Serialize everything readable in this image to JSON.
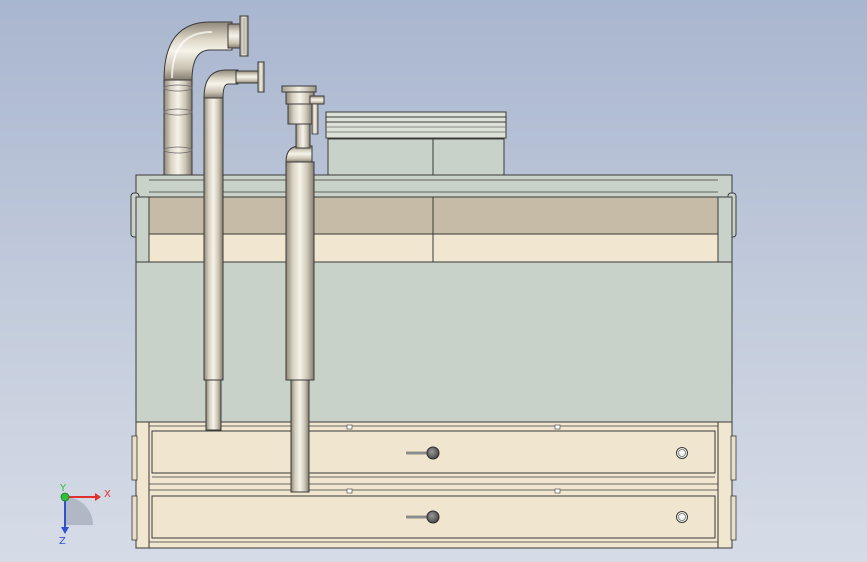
{
  "viewport": {
    "background_top": "#a9b6cf",
    "background_bottom": "#d6dce7"
  },
  "colors": {
    "outline": "#3a3a3a",
    "panel_green": "#c9d2c8",
    "panel_cream": "#f1e6cf",
    "panel_tan": "#c6bba7",
    "drawer_face": "#f0e6cf",
    "pipe_light": "#f2eee4",
    "pipe_dark": "#8f887a",
    "knob": "#6a6a6a"
  },
  "triad": {
    "x_axis_label": "X",
    "y_axis_label": "Y",
    "z_axis_label": "Z",
    "x_color": "#e03030",
    "y_color": "#2fbf3a",
    "z_color": "#3050d0"
  },
  "drawers": [
    {
      "name": "upper-drawer",
      "handle": "lever-handle",
      "indicator": "circle-indicator"
    },
    {
      "name": "lower-drawer",
      "handle": "lever-handle",
      "indicator": "circle-indicator"
    }
  ]
}
